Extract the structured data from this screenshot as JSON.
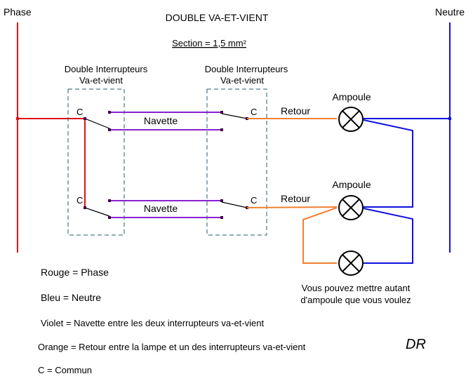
{
  "title": "DOUBLE VA-ET-VIENT",
  "section": "Section = 1,5 mm²",
  "labels": {
    "phase": "Phase",
    "neutre": "Neutre",
    "switch_left_line1": "Double Interrupteurs",
    "switch_left_line2": "Va-et-vient",
    "switch_right_line1": "Double Interrupteurs",
    "switch_right_line2": "Va-et-vient",
    "common_left_top": "C",
    "common_left_bottom": "C",
    "common_right_top": "C",
    "common_right_bottom": "C",
    "navette_top": "Navette",
    "navette_bottom": "Navette",
    "retour_top": "Retour",
    "retour_bottom": "Retour",
    "ampoule_top": "Ampoule",
    "ampoule_middle": "Ampoule",
    "note_line1": "Vous pouvez mettre autant",
    "note_line2": "d'ampoule que vous voulez",
    "signature": "DR"
  },
  "legend": {
    "rouge": "Rouge = Phase",
    "bleu": "Bleu = Neutre",
    "violet": "Violet  = Navette entre les deux interrupteurs va-et-vient",
    "orange": "Orange = Retour entre la lampe et un des interrupteurs va-et-vient",
    "commun": "C = Commun"
  },
  "colors": {
    "phase": "#e01010",
    "neutre": "#1010e0",
    "navette": "#8a20d0",
    "retour": "#f08030",
    "box": "#2a5a6a",
    "terminal": "#400040"
  }
}
